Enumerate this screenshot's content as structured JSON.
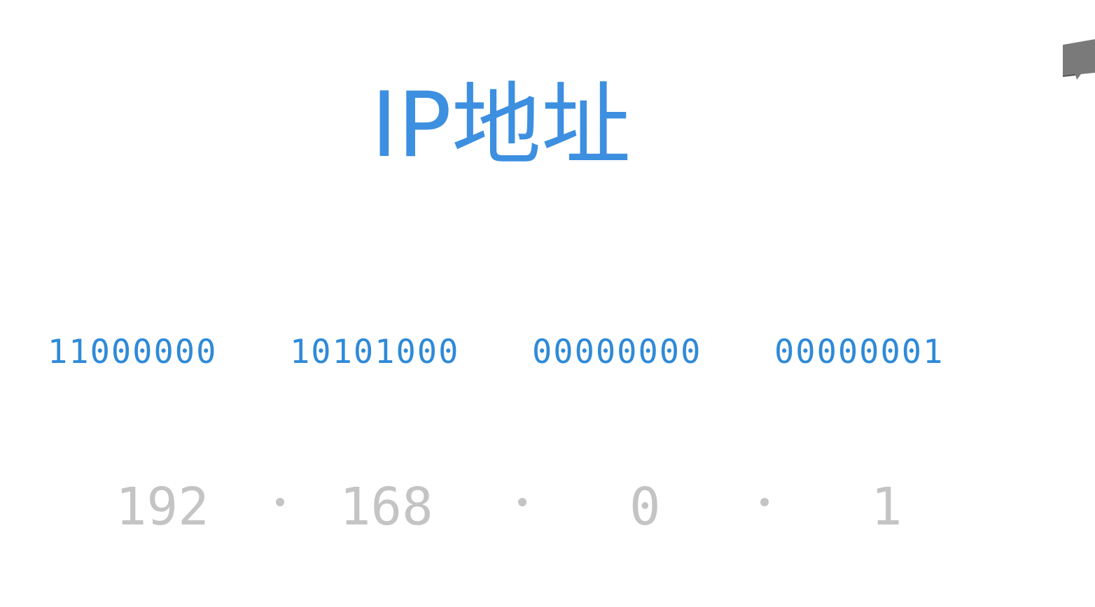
{
  "title": "IP地址",
  "binary_octets": [
    "11000000",
    "10101000",
    "00000000",
    "00000001"
  ],
  "decimal_octets": [
    "192",
    "168",
    "0",
    "1"
  ],
  "colors": {
    "title": "#3d8fe0",
    "binary": "#2f8ad8",
    "decimal": "#c4c4c4",
    "icon": "#7a7a7a"
  },
  "icons": {
    "corner": "speech-bubble-icon"
  }
}
